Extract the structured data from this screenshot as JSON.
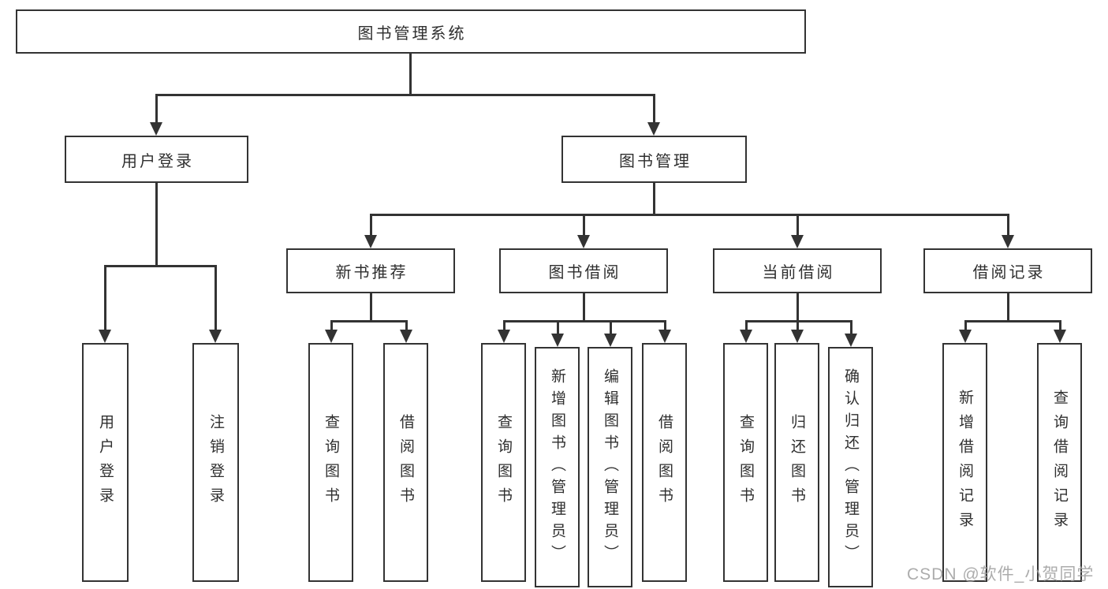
{
  "diagram": {
    "tree": {
      "root": {
        "label": "图书管理系统"
      },
      "children": [
        {
          "label": "用户登录",
          "children": [
            {
              "label": "用户登录"
            },
            {
              "label": "注销登录"
            }
          ]
        },
        {
          "label": "图书管理",
          "children": [
            {
              "label": "新书推荐",
              "children": [
                {
                  "label": "查询图书"
                },
                {
                  "label": "借阅图书"
                }
              ]
            },
            {
              "label": "图书借阅",
              "children": [
                {
                  "label": "查询图书"
                },
                {
                  "label": "新增图书（管理员）"
                },
                {
                  "label": "编辑图书（管理员）"
                },
                {
                  "label": "借阅图书"
                }
              ]
            },
            {
              "label": "当前借阅",
              "children": [
                {
                  "label": "查询图书"
                },
                {
                  "label": "归还图书"
                },
                {
                  "label": "确认归还（管理员）"
                }
              ]
            },
            {
              "label": "借阅记录",
              "children": [
                {
                  "label": "新增借阅记录"
                },
                {
                  "label": "查询借阅记录"
                }
              ]
            }
          ]
        }
      ]
    },
    "watermark": "CSDN @软件_小贺同学",
    "colors": {
      "line": "#333333",
      "text": "#2f2f2f",
      "background": "#ffffff",
      "watermark": "#9e9e9e"
    }
  }
}
